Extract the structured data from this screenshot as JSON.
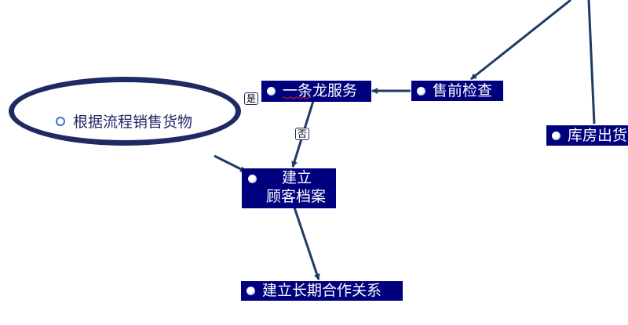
{
  "nodes": {
    "sales_process": "根据流程销售货物",
    "one_stop_service": "一条龙服务",
    "presale_check": "售前检查",
    "warehouse_out": "库房出货",
    "customer_file_line1": "建立",
    "customer_file_line2": "顾客档案",
    "long_term": "建立长期合作关系"
  },
  "edge_labels": {
    "yes": "是",
    "no": "否"
  },
  "colors": {
    "node_fill": "#00007e",
    "edge": "#1f3b66",
    "ellipse_border": "#1f2a63"
  }
}
